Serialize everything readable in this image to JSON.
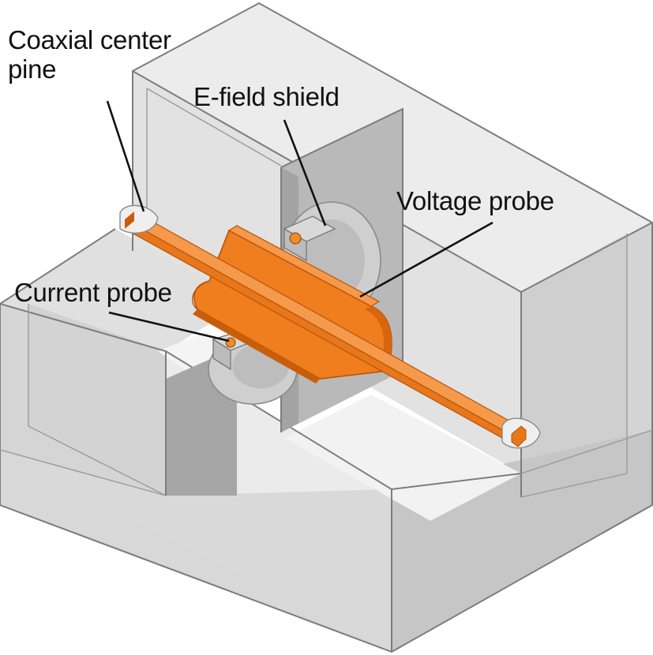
{
  "labels": {
    "coaxial_line1": "Coaxial center",
    "coaxial_line2": "pine",
    "efield_shield": "E-field shield",
    "voltage_probe": "Voltage probe",
    "current_probe": "Current probe"
  },
  "colors": {
    "conductor_orange": "#f07d1e",
    "conductor_dark": "#c95e0a",
    "housing_light": "#e7e7e7",
    "housing_mid": "#d2d2d2",
    "housing_dark": "#a9a9a9",
    "edge_gray": "#7d7d7d"
  }
}
